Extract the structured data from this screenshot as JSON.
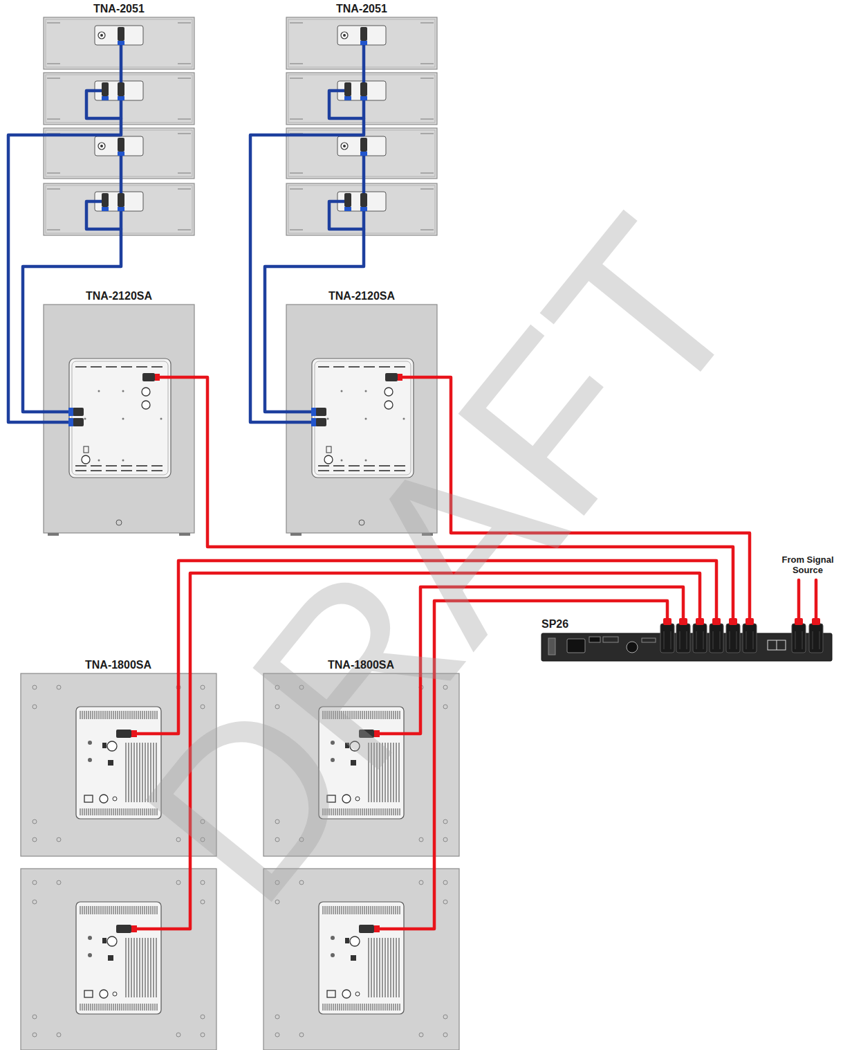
{
  "diagram": {
    "nodes": [
      {
        "text": [
          "TNA-2051"
        ]
      },
      {
        "text": [
          "TNA-2051"
        ]
      },
      {
        "text": [
          "TNA-2120SA"
        ]
      },
      {
        "text": [
          "TNA-2120SA"
        ]
      },
      {
        "text": [
          "TNA-1800SA"
        ]
      },
      {
        "text": [
          "TNA-1800SA"
        ]
      },
      {
        "text": [
          "SP26"
        ]
      }
    ],
    "edges": [
      {
        "from": 0,
        "to": 2,
        "arrow": "none"
      },
      {
        "from": 0,
        "to": 2,
        "arrow": "none"
      },
      {
        "from": 1,
        "to": 3,
        "arrow": "none"
      },
      {
        "from": 1,
        "to": 3,
        "arrow": "none"
      },
      {
        "from": 2,
        "to": 6,
        "arrow": "none"
      },
      {
        "from": 3,
        "to": 6,
        "arrow": "none"
      },
      {
        "from": 4,
        "to": 6,
        "arrow": "none"
      },
      {
        "from": 4,
        "to": 6,
        "arrow": "none"
      },
      {
        "from": 5,
        "to": 6,
        "arrow": "none"
      },
      {
        "from": 5,
        "to": 6,
        "arrow": "none"
      }
    ],
    "labels": [
      "From Signal Source",
      "DRAFT"
    ]
  }
}
